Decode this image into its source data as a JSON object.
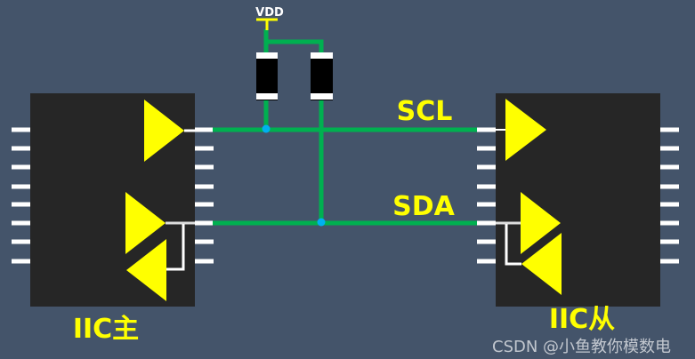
{
  "vdd_label": "VDD",
  "scl_label": "SCL",
  "sda_label": "SDA",
  "master_label": "IIC主",
  "slave_label": "IIC从",
  "watermark": "CSDN @小鱼教你模数电",
  "colors": {
    "background": "#44546a",
    "chip": "#262626",
    "wire": "#00b050",
    "buffer": "#ffff00",
    "junction": "#00b0f0",
    "pin": "#ffffff"
  }
}
